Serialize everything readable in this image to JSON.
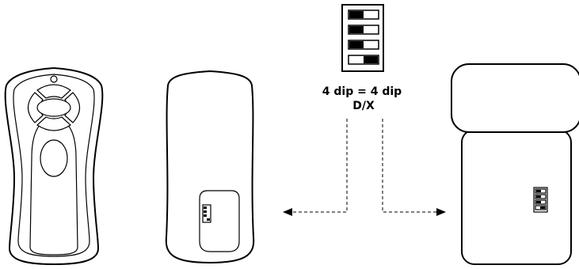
{
  "labels": {
    "dip_equation": "4 dip = 4 dip",
    "model": "D/X"
  },
  "dip_switch": {
    "count": 4,
    "positions": [
      "left",
      "left",
      "left",
      "right"
    ]
  },
  "colors": {
    "stroke": "#000000",
    "background": "#ffffff"
  }
}
